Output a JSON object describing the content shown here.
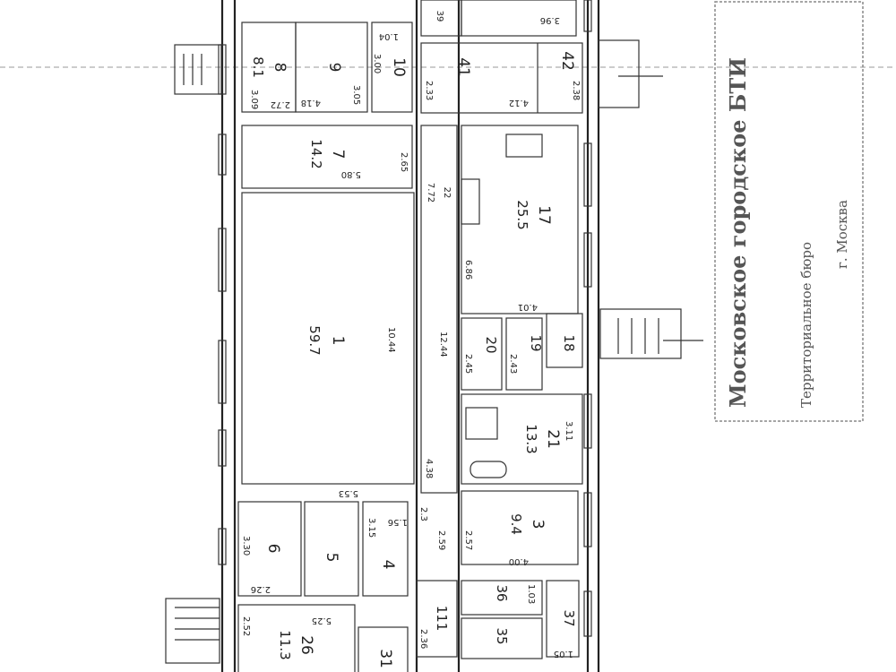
{
  "rooms": [
    {
      "number": "8",
      "area": "8.1"
    },
    {
      "number": "9",
      "area": ""
    },
    {
      "number": "10",
      "area": ""
    },
    {
      "number": "7",
      "area": "14.2"
    },
    {
      "number": "1",
      "area": "59.7"
    },
    {
      "number": "6",
      "area": ""
    },
    {
      "number": "5",
      "area": ""
    },
    {
      "number": "4",
      "area": ""
    },
    {
      "number": "26",
      "area": "11.3"
    },
    {
      "number": "31",
      "area": ""
    },
    {
      "number": "39",
      "area": ""
    },
    {
      "number": "41",
      "area": ""
    },
    {
      "number": "42",
      "area": ""
    },
    {
      "number": "22",
      "area": "7.72"
    },
    {
      "number": "17",
      "area": "25.5"
    },
    {
      "number": "20",
      "area": ""
    },
    {
      "number": "19",
      "area": ""
    },
    {
      "number": "18",
      "area": ""
    },
    {
      "number": "21",
      "area": "13.3"
    },
    {
      "number": "3",
      "area": "9.4"
    },
    {
      "number": "36",
      "area": ""
    },
    {
      "number": "35",
      "area": ""
    },
    {
      "number": "37",
      "area": ""
    },
    {
      "number": "111",
      "area": ""
    }
  ],
  "dimensions": [
    "3.09",
    "2.72",
    "4.18",
    "3.05",
    "3.00",
    "1.04",
    "5.80",
    "2.65",
    "10.44",
    "12.44",
    "6.86",
    "4.01",
    "3.96",
    "2.33",
    "4.12",
    "2.38",
    "2.45",
    "2.43",
    "3.11",
    "4.38",
    "5.53",
    "3.30",
    "2.26",
    "3.15",
    "1.56",
    "2.3",
    "2.59",
    "2.57",
    "4.00",
    "1.03",
    "2.52",
    "5.25",
    "2.36",
    "1.05"
  ],
  "stamp": {
    "line1": "Московское городское БТИ",
    "line2": "Территориальное бюро",
    "line3": "г. Москва"
  }
}
